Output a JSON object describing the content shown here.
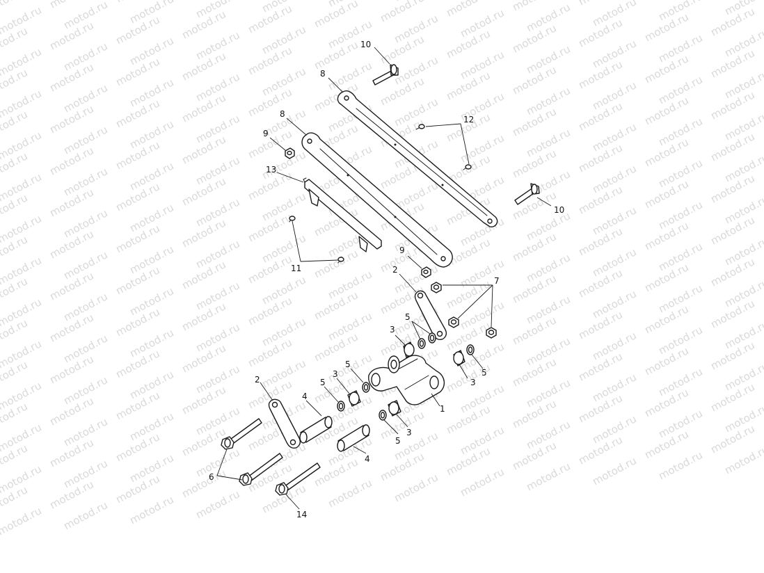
{
  "watermark": {
    "text": "motod.ru",
    "color": "#d9d9d9"
  },
  "callouts": {
    "c1": "1",
    "c2a": "2",
    "c2b": "2",
    "c3a": "3",
    "c3b": "3",
    "c3c": "3",
    "c3d": "3",
    "c4a": "4",
    "c4b": "4",
    "c5a": "5",
    "c5b": "5",
    "c5c": "5",
    "c5d": "5",
    "c5e": "5",
    "c6": "6",
    "c7": "7",
    "c8a": "8",
    "c8b": "8",
    "c9a": "9",
    "c9b": "9",
    "c10a": "10",
    "c10b": "10",
    "c11": "11",
    "c12": "12",
    "c13": "13",
    "c14": "14"
  }
}
